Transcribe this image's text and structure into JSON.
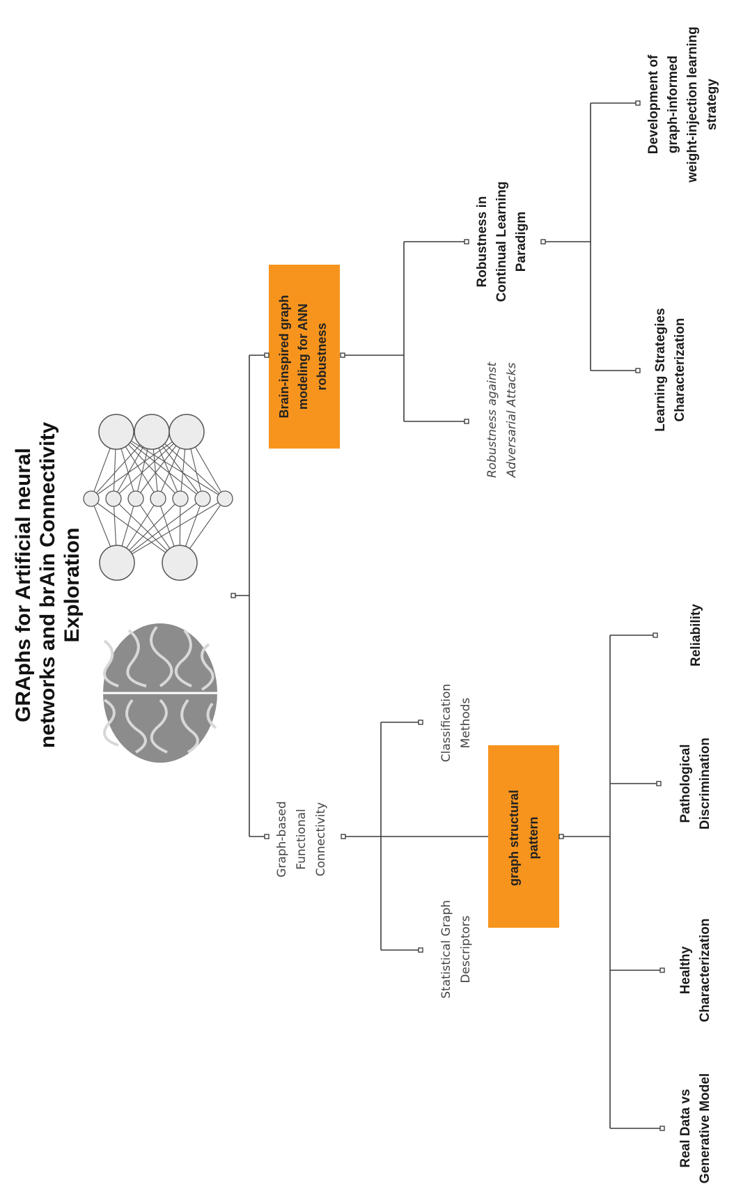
{
  "title": {
    "lines": [
      "GRAphs for Artificial neural",
      "networks and brAin Connectivity",
      "Exploration"
    ]
  },
  "nodes": {
    "brain_graph": {
      "lines": [
        "Brain-inspired graph",
        "modeling for ANN",
        "robustness"
      ]
    },
    "adversarial": {
      "lines": [
        "Robustness against",
        "Adversarial Attacks"
      ]
    },
    "continual": {
      "lines": [
        "Robustness in",
        "Continual Learning",
        "Paradigm"
      ]
    },
    "learning_strategies": {
      "lines": [
        "Learning Strategies",
        "Characterization"
      ]
    },
    "weight_injection": {
      "lines": [
        "Development of",
        "graph-informed",
        "weight-injection learning",
        "strategy"
      ]
    },
    "functional_connectivity": {
      "lines": [
        "Graph-based",
        "Functional",
        "Connectivity"
      ]
    },
    "classification": {
      "lines": [
        "Classification",
        "Methods"
      ]
    },
    "statistical": {
      "lines": [
        "Statistical Graph",
        "Descriptors"
      ]
    },
    "graph_structural": {
      "lines": [
        "graph structural",
        "pattern"
      ]
    },
    "reliability": {
      "lines": [
        "Reliability"
      ]
    },
    "pathological": {
      "lines": [
        "Pathological",
        "Discrimination"
      ]
    },
    "healthy": {
      "lines": [
        "Healthy",
        "Characterization"
      ]
    },
    "real_vs_generative": {
      "lines": [
        "Real Data vs",
        "Generative Model"
      ]
    }
  },
  "colors": {
    "accent_box": "#f7941d",
    "connector": "#3a3a3a",
    "brain_fill": "#8c8c8c",
    "network_fill": "#ececec"
  },
  "icons": [
    "brain-icon",
    "neural-network-icon"
  ]
}
